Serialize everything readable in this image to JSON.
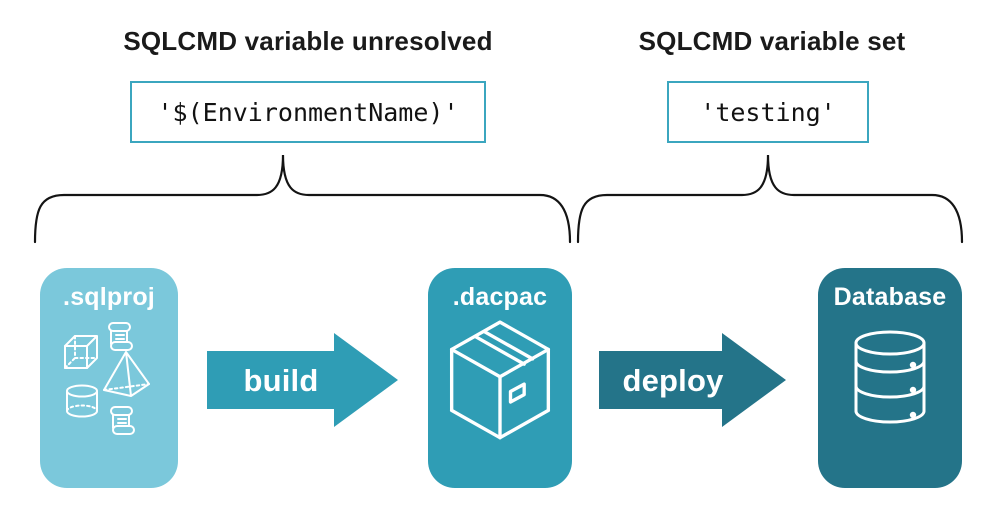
{
  "diagram": {
    "left_annotation": {
      "heading": "SQLCMD variable unresolved",
      "code": "'$(EnvironmentName)'"
    },
    "right_annotation": {
      "heading": "SQLCMD variable set",
      "code": "'testing'"
    },
    "pipeline": {
      "sqlproj": {
        "label": ".sqlproj",
        "icons": [
          "scroll-icon",
          "cube-icon",
          "pyramid-icon",
          "cylinder-icon",
          "scroll-icon"
        ]
      },
      "build_arrow": {
        "label": "build"
      },
      "dacpac": {
        "label": ".dacpac",
        "icon": "package-icon"
      },
      "deploy_arrow": {
        "label": "deploy"
      },
      "database": {
        "label": "Database",
        "icon": "database-icon"
      }
    },
    "colors": {
      "sqlproj_fill": "#7BC8DB",
      "dacpac_fill": "#2F9DB5",
      "database_fill": "#247489",
      "build_arrow_fill": "#2F9DB5",
      "deploy_arrow_fill": "#247489",
      "code_box_border": "#3BA6BF",
      "heading_text": "#1A1A1A",
      "brace_stroke": "#141414",
      "icon_stroke": "#FFFFFF"
    }
  }
}
